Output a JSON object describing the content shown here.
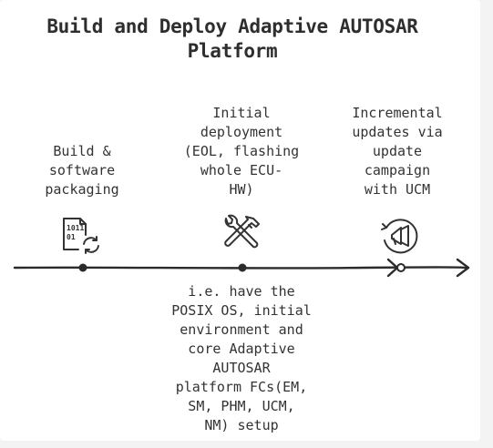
{
  "title": "Build and Deploy Adaptive AUTOSAR\nPlatform",
  "stages": [
    {
      "label": "Build &\nsoftware\npackaging",
      "icon": "binary-file-refresh-icon"
    },
    {
      "label": "Initial\ndeployment\n(EOL, flashing\nwhole ECU-\nHW)",
      "icon": "wrench-hammer-icon"
    },
    {
      "label": "Incremental\nupdates via\nupdate\ncampaign\nwith UCM",
      "icon": "megaphone-cycle-icon"
    }
  ],
  "note": "i.e. have the\nPOSIX OS, initial\nenvironment and\ncore Adaptive\nAUTOSAR\nplatform FCs(EM,\nSM, PHM, UCM,\nNM) setup",
  "colors": {
    "ink": "#2b2b2b",
    "background": "#ffffff"
  }
}
